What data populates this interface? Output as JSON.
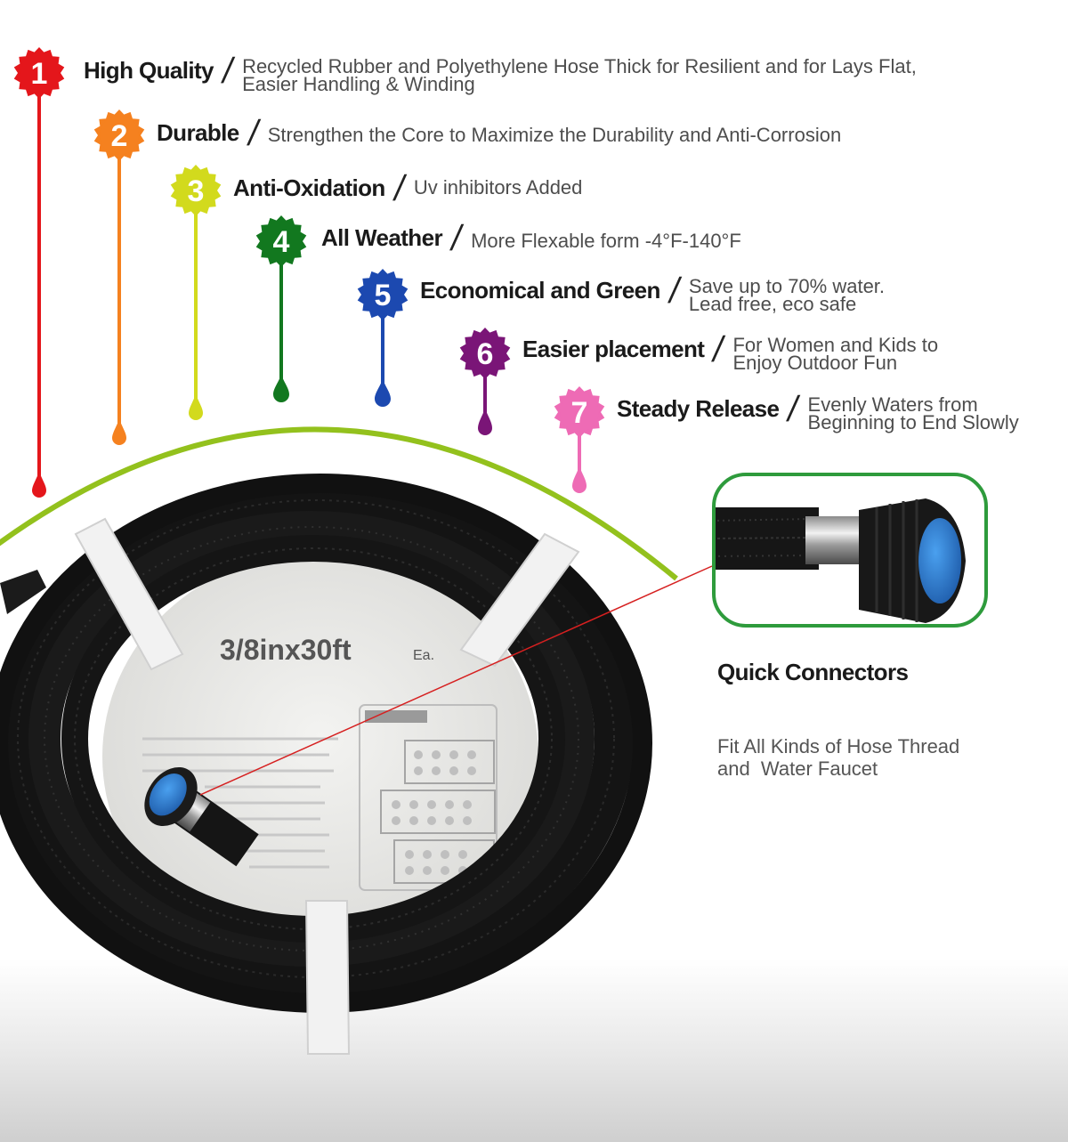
{
  "features": [
    {
      "number": "1",
      "title": "High Quality",
      "color": "#e4161b",
      "description": [
        "Recycled Rubber and Polyethylene Hose Thick for Resilient and for Lays Flat,",
        "Easier Handling & Winding"
      ]
    },
    {
      "number": "2",
      "title": "Durable",
      "color": "#f5811f",
      "description": [
        "Strengthen the Core to Maximize the Durability and Anti-Corrosion"
      ]
    },
    {
      "number": "3",
      "title": "Anti-Oxidation",
      "color": "#d2da1d",
      "description": [
        "Uv inhibitors Added"
      ]
    },
    {
      "number": "4",
      "title": "All Weather",
      "color": "#12781f",
      "description": [
        "More Flexable form -4°F-140°F"
      ]
    },
    {
      "number": "5",
      "title": "Economical and Green",
      "color": "#1c49b0",
      "description": [
        "Save up to 70% water.",
        "Lead free, eco safe"
      ]
    },
    {
      "number": "6",
      "title": "Easier placement",
      "color": "#7a1577",
      "description": [
        "For Women and Kids to",
        "Enjoy Outdoor Fun"
      ]
    },
    {
      "number": "7",
      "title": "Steady Release",
      "color": "#ee6bb5",
      "description": [
        "Evenly Waters from",
        "Beginning to End Slowly"
      ]
    }
  ],
  "product": {
    "size_label": "3/8inx30ft",
    "size_suffix": "Ea."
  },
  "connector": {
    "title": "Quick Connectors",
    "description": [
      "Fit All Kinds of Hose Thread",
      "and  Water Faucet"
    ]
  },
  "colors": {
    "arc": "#93c11d",
    "inset_border": "#2e9b3c",
    "pointer_line": "#d62020",
    "hose": "#141414",
    "strap": "#f2f2f2",
    "connector_blue": "#2f7fd0"
  }
}
